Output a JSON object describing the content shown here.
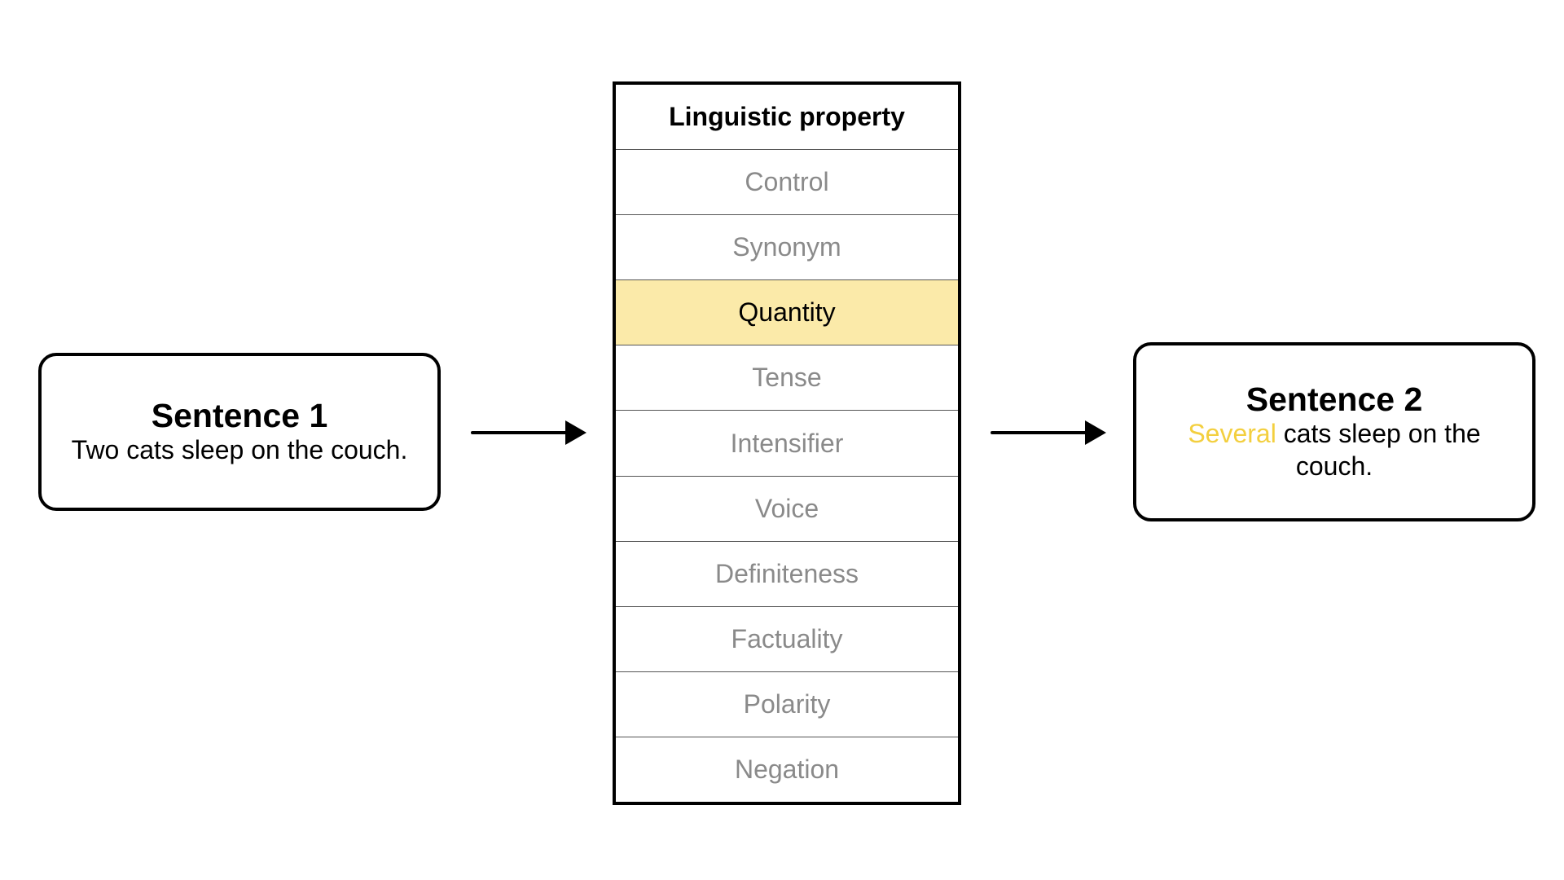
{
  "sentence1": {
    "title": "Sentence 1",
    "text": "Two cats sleep on the couch."
  },
  "sentence2": {
    "title": "Sentence 2",
    "highlight": "Several",
    "text_rest": " cats sleep on the couch.",
    "highlight_color": "#f3cf3f"
  },
  "table": {
    "header": "Linguistic property",
    "rows": [
      {
        "label": "Control"
      },
      {
        "label": "Synonym"
      },
      {
        "label": "Quantity",
        "selected": true
      },
      {
        "label": "Tense"
      },
      {
        "label": "Intensifier"
      },
      {
        "label": "Voice"
      },
      {
        "label": "Definiteness"
      },
      {
        "label": "Factuality"
      },
      {
        "label": "Polarity"
      },
      {
        "label": "Negation"
      }
    ],
    "selected_color": "#fbeaa9",
    "muted_text_color": "#8a8a8a"
  }
}
